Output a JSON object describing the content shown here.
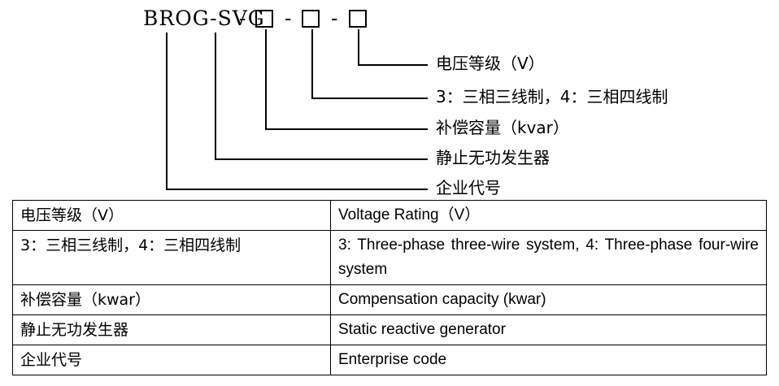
{
  "model_code": {
    "prefix": "BROG-SVG",
    "separator": "-"
  },
  "labels": [
    "电压等级（V）",
    "3：三相三线制，4：三相四线制",
    "补偿容量（kvar）",
    "静止无功发生器",
    "企业代号"
  ],
  "table": {
    "rows": [
      {
        "zh": "电压等级（V）",
        "en": "Voltage Rating（V）"
      },
      {
        "zh": "3：三相三线制，4：三相四线制",
        "en": "3: Three-phase three-wire system, 4: Three-phase four-wire system"
      },
      {
        "zh": "补偿容量（kwar）",
        "en": "Compensation capacity (kwar)"
      },
      {
        "zh": "静止无功发生器",
        "en": "Static reactive generator"
      },
      {
        "zh": "企业代号",
        "en": "Enterprise code"
      }
    ]
  }
}
